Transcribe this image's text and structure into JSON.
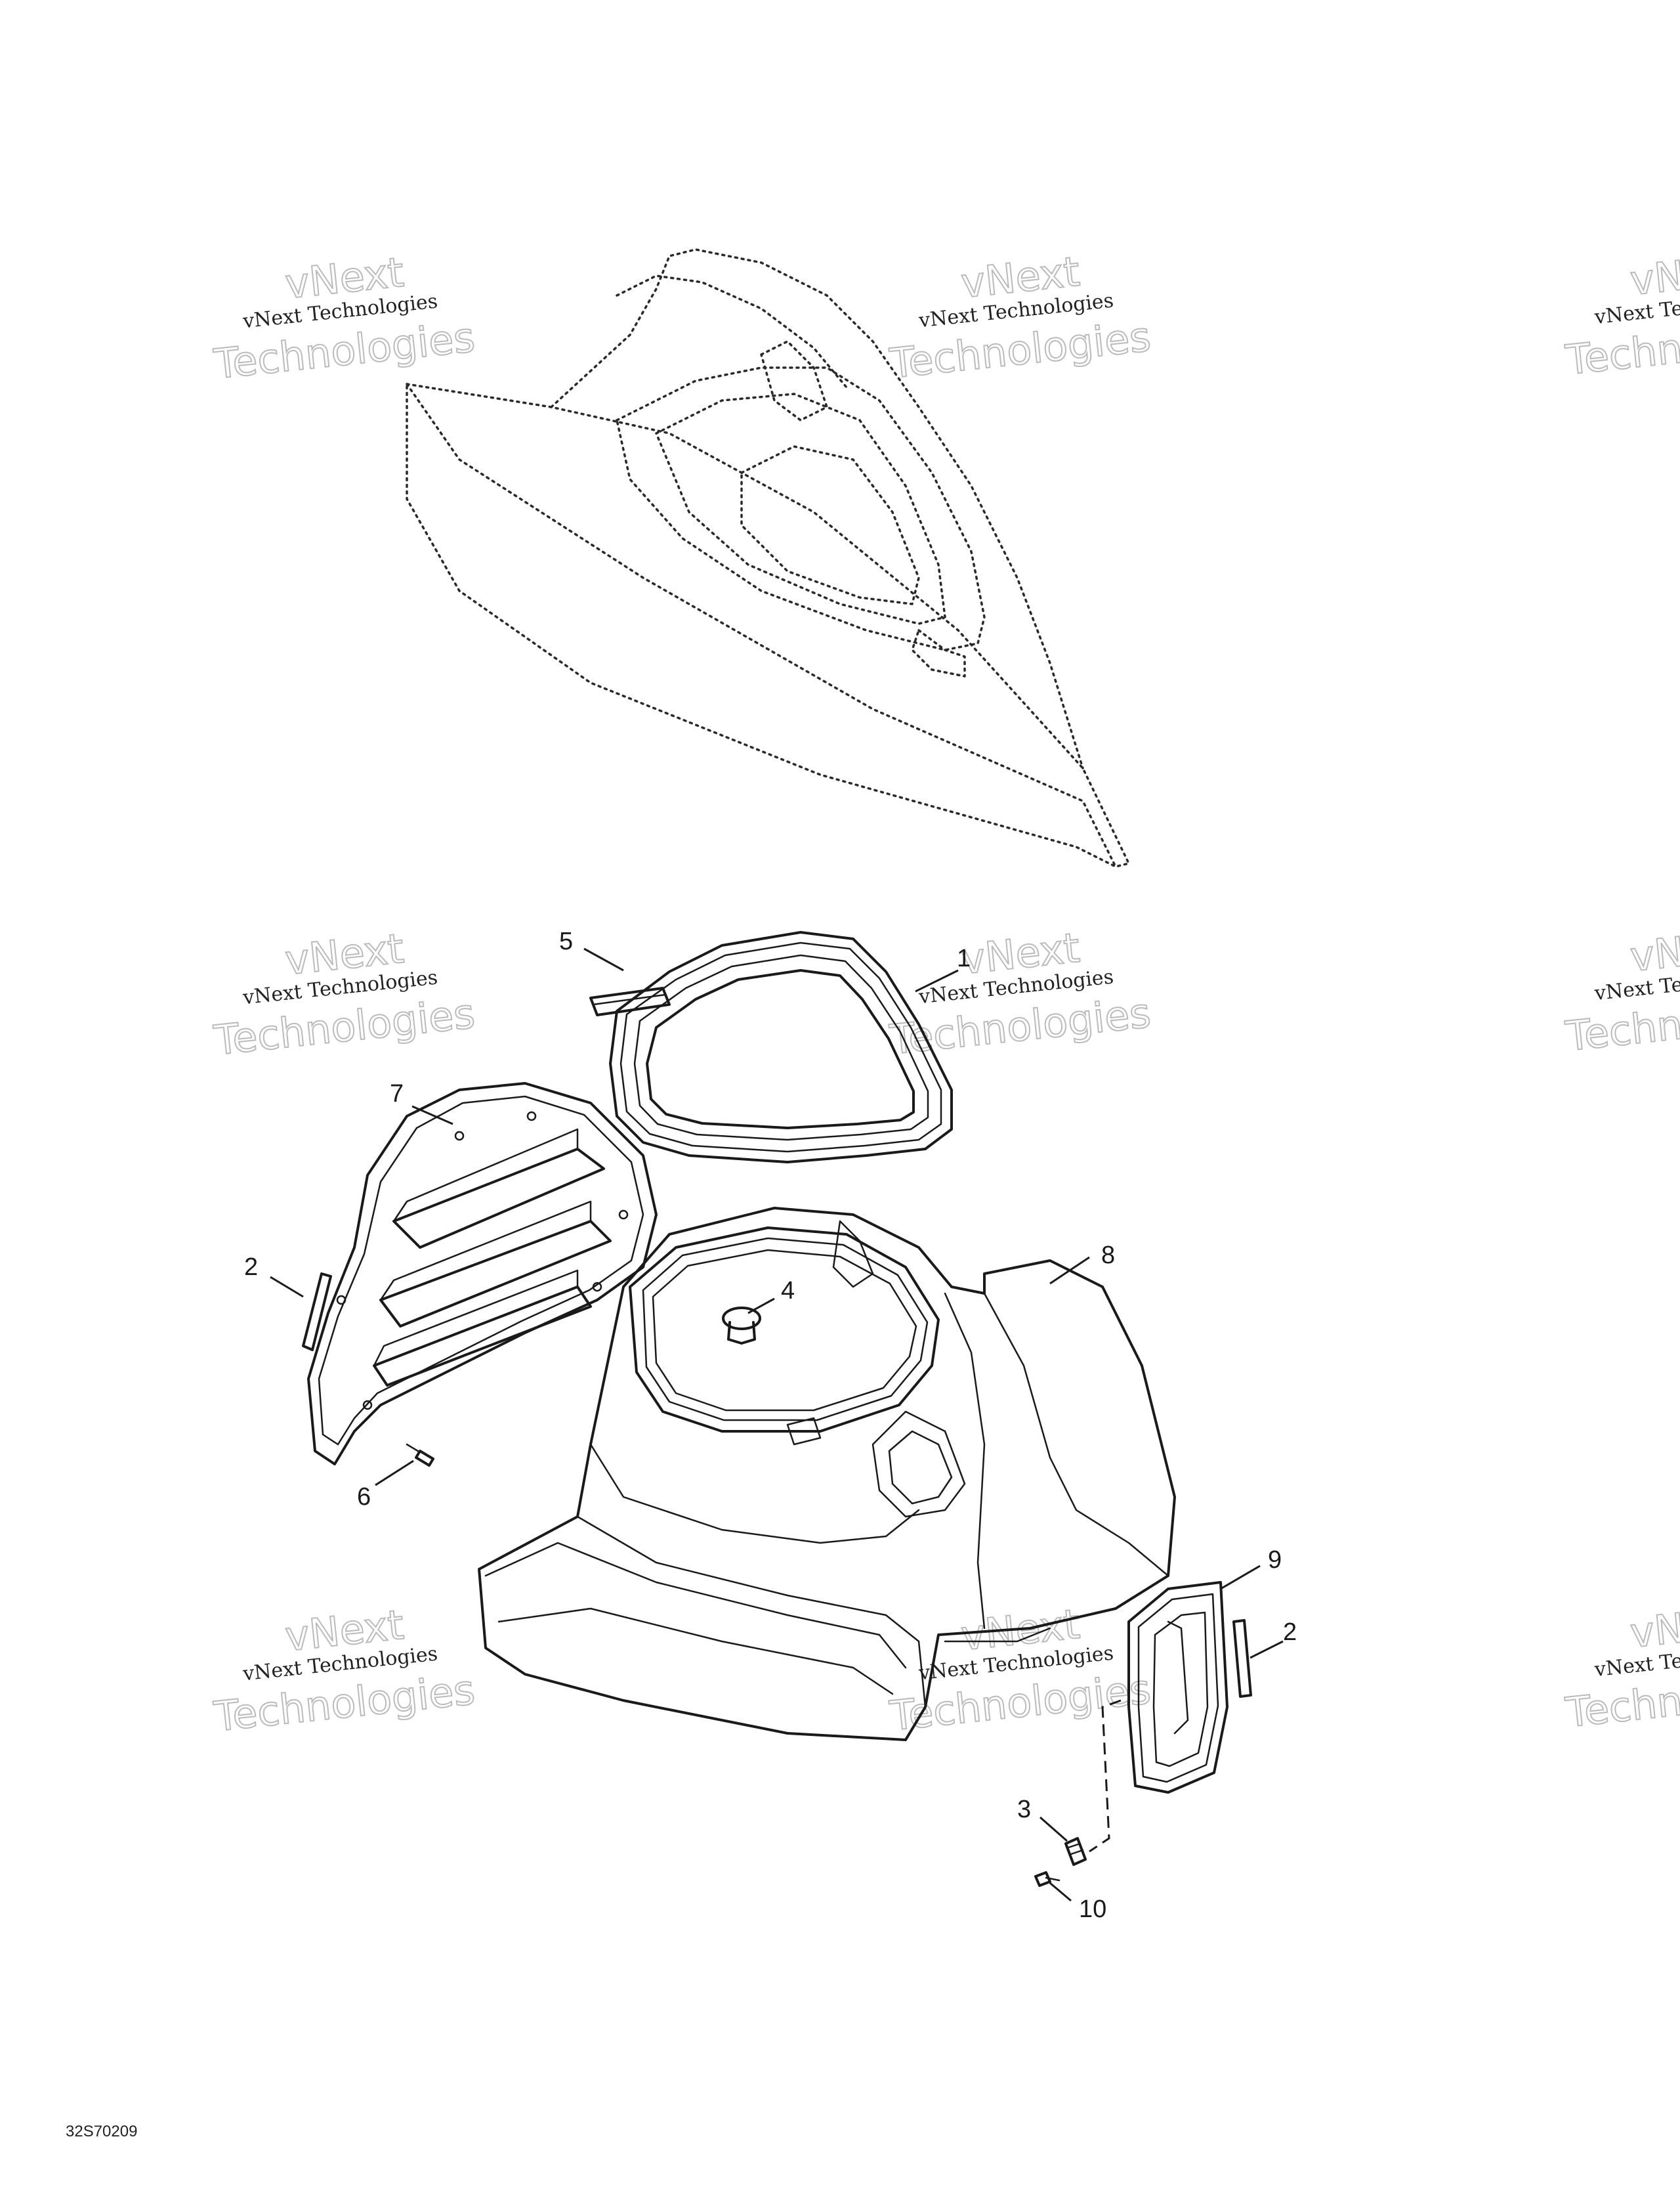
{
  "watermark": {
    "line1": "vNext",
    "line2": "vNext Technologies",
    "line3": "Technologies"
  },
  "callouts": {
    "c1": "1",
    "c2a": "2",
    "c2b": "2",
    "c3": "3",
    "c4": "4",
    "c5": "5",
    "c6": "6",
    "c7": "7",
    "c8": "8",
    "c9": "9",
    "c10": "10"
  },
  "figure_ref": "32S70209"
}
